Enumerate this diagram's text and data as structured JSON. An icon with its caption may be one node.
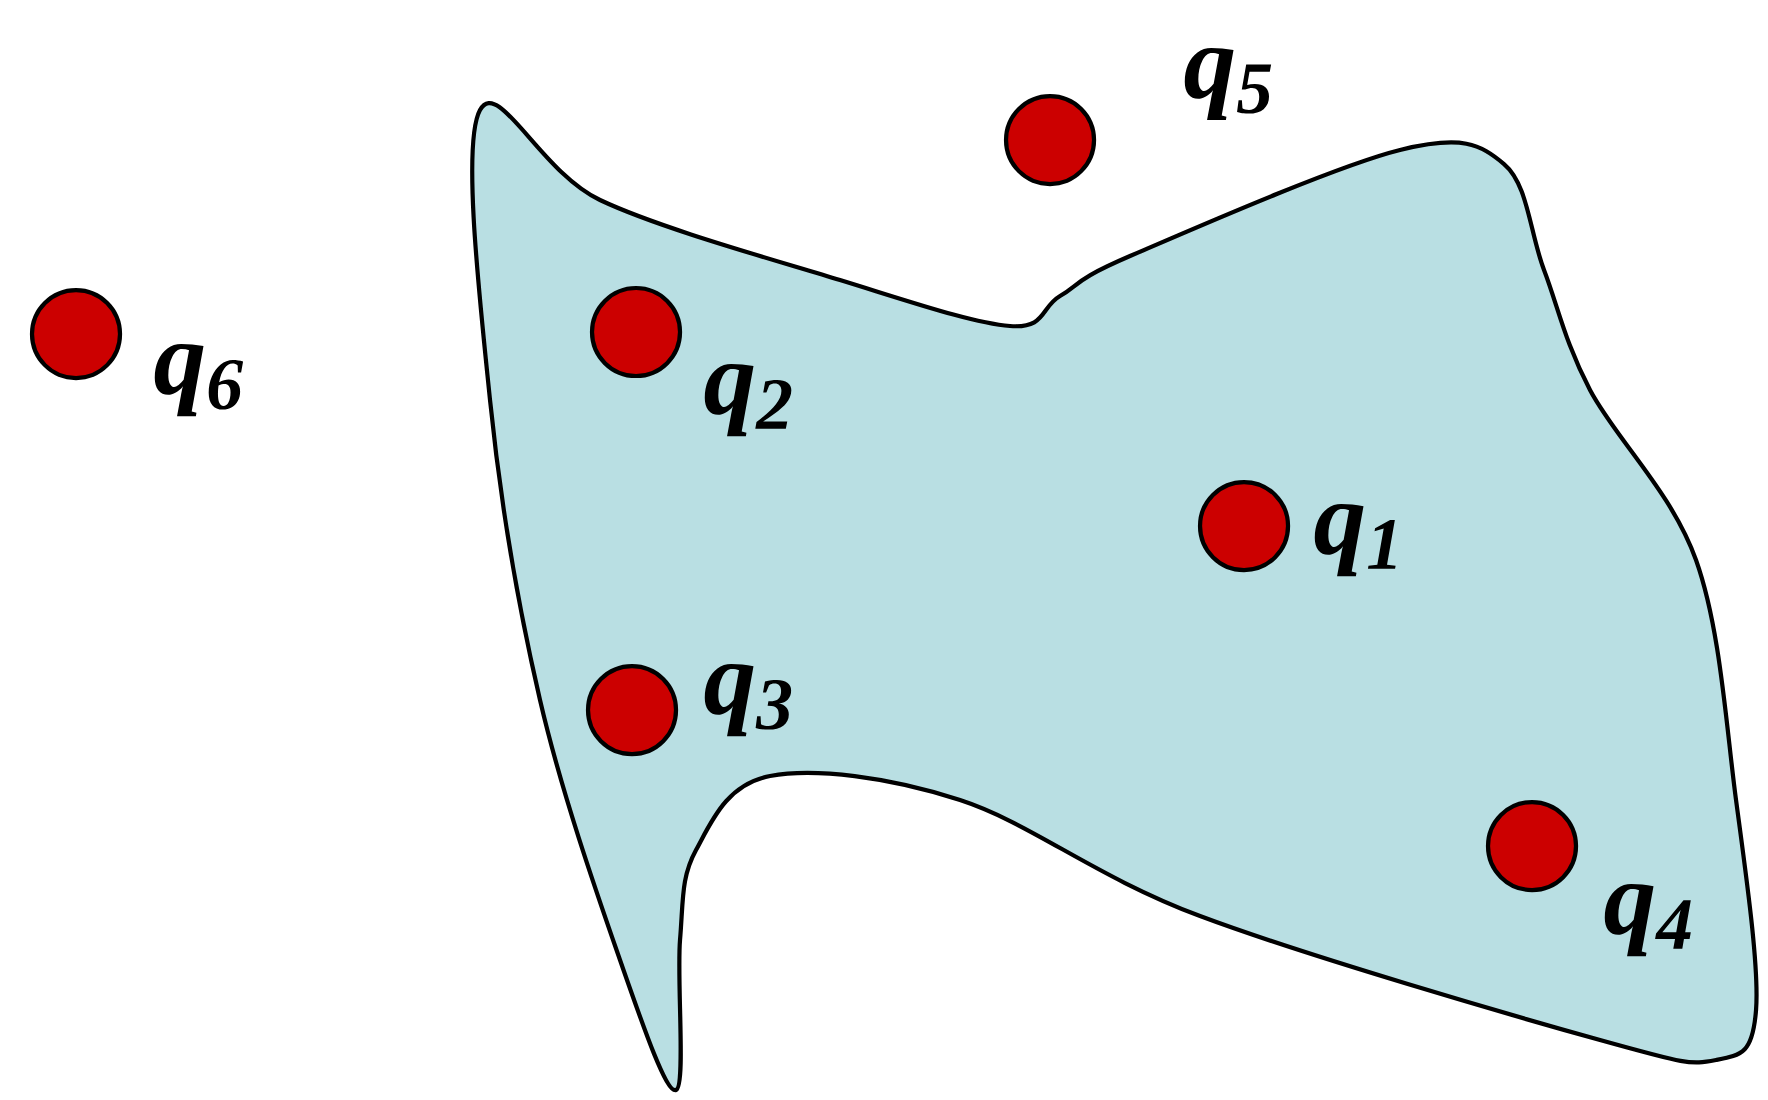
{
  "diagram": {
    "nodes": [
      {
        "text": [],
        "shape": "blob"
      },
      {
        "text": [],
        "shape": "circle",
        "beside": [
          "q$_{5}$"
        ]
      },
      {
        "text": [],
        "shape": "circle",
        "beside": [
          "q$_{6}$"
        ]
      },
      {
        "text": [],
        "shape": "circle",
        "beside": [
          "q$_{2}$"
        ],
        "in": 0
      },
      {
        "text": [],
        "shape": "circle",
        "beside": [
          "q$_{1}$"
        ],
        "in": 0
      },
      {
        "text": [],
        "shape": "circle",
        "beside": [
          "q$_{3}$"
        ],
        "in": 0
      },
      {
        "text": [],
        "shape": "circle",
        "beside": [
          "q$_{4}$"
        ],
        "in": 0
      }
    ]
  }
}
